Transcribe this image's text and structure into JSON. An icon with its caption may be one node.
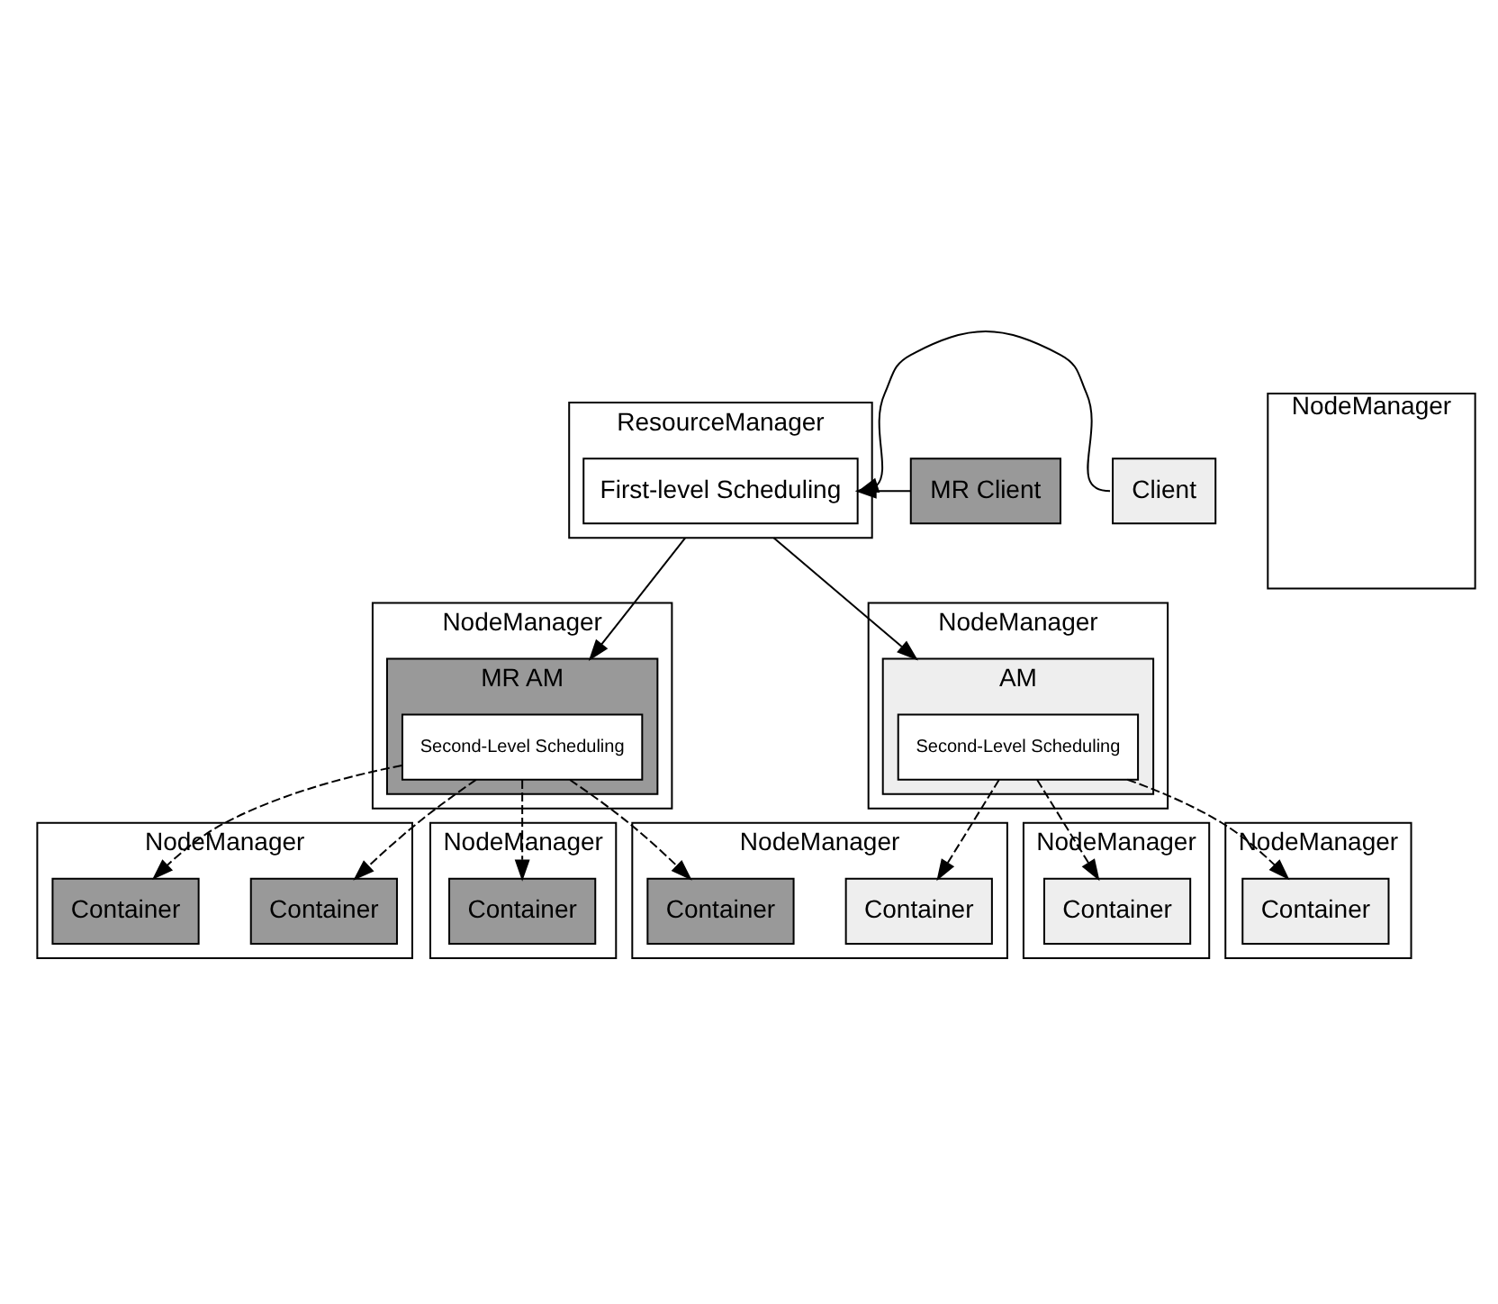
{
  "diagram": {
    "nodes": [
      {
        "text": [
          "ResourceManager"
        ]
      },
      {
        "text": [
          "First-level Scheduling"
        ],
        "in": 0
      },
      {
        "text": [
          "MR Client"
        ]
      },
      {
        "text": [
          "Client"
        ]
      },
      {
        "text": [
          "NodeManager"
        ]
      },
      {
        "text": [
          "MR AM"
        ],
        "in": 4
      },
      {
        "text": [
          "Second-Level Scheduling"
        ],
        "in": 5
      },
      {
        "text": [
          "NodeManager"
        ]
      },
      {
        "text": [
          "Container"
        ],
        "in": 7
      },
      {
        "text": [
          "Container"
        ],
        "in": 7
      },
      {
        "text": [
          "NodeManager"
        ]
      },
      {
        "text": [
          "Container"
        ],
        "in": 10
      },
      {
        "text": [
          "NodeManager"
        ]
      },
      {
        "text": [
          "Container"
        ],
        "in": 12
      },
      {
        "text": [
          "NodeManager"
        ]
      },
      {
        "text": [
          "Container"
        ],
        "in": 14
      },
      {
        "text": [
          "NodeManager"
        ]
      },
      {
        "text": [
          "Container"
        ],
        "in": 16
      },
      {
        "text": [
          "Container"
        ],
        "in": 16
      },
      {
        "text": [
          "NodeManager"
        ]
      },
      {
        "text": [
          "AM"
        ],
        "in": 19
      },
      {
        "text": [
          "Second-Level Scheduling"
        ],
        "in": 20
      },
      {
        "text": [
          "NodeManager"
        ]
      }
    ],
    "edges": [
      {
        "from": 2,
        "to": 1,
        "arrow": "to"
      },
      {
        "from": 3,
        "to": 1,
        "arrow": "to"
      },
      {
        "from": 0,
        "to": 5,
        "arrow": "to"
      },
      {
        "from": 0,
        "to": 20,
        "arrow": "to"
      },
      {
        "from": 6,
        "to": 8,
        "arrow": "to",
        "style": "dashed"
      },
      {
        "from": 6,
        "to": 9,
        "arrow": "to",
        "style": "dashed"
      },
      {
        "from": 6,
        "to": 15,
        "arrow": "to",
        "style": "dashed"
      },
      {
        "from": 6,
        "to": 17,
        "arrow": "to",
        "style": "dashed"
      },
      {
        "from": 21,
        "to": 11,
        "arrow": "to",
        "style": "dashed"
      },
      {
        "from": 21,
        "to": 13,
        "arrow": "to",
        "style": "dashed"
      },
      {
        "from": 21,
        "to": 18,
        "arrow": "to",
        "style": "dashed"
      }
    ]
  }
}
